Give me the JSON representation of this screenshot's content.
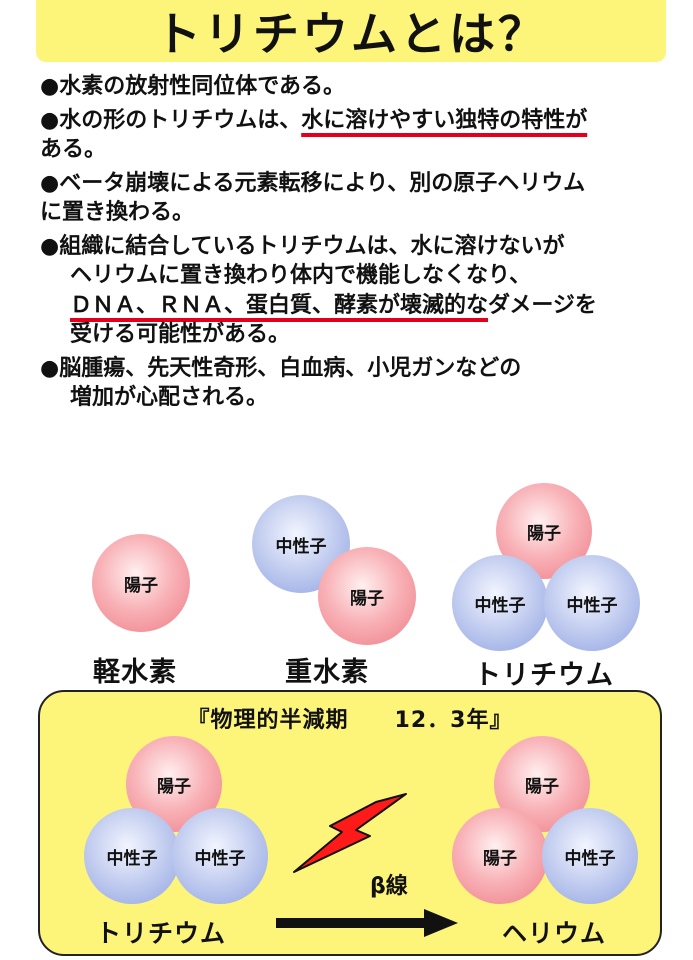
{
  "title": "トリチウムとは？",
  "bullets": {
    "b1": "●水素の放射性同位体である。",
    "b2_pre": "●水の形のトリチウムは、",
    "b2_highlight": "水に溶けやすい独特の特性が",
    "b2_post": "ある。",
    "b3_line1": "●ベータ崩壊による元素転移により、別の原子ヘリウム",
    "b3_line2": "に置き換わる。",
    "b4_line1": "●組織に結合しているトリチウムは、水に溶けないが",
    "b4_line2": "ヘリウムに置き換わり体内で機能しなくなり、",
    "b4_line3_highlight": "ＤＮＡ、ＲＮＡ、蛋白質、酵素が壊滅的な",
    "b4_line3_post": "ダメージを",
    "b4_line4": "受ける可能性がある。",
    "b5_line1": "●脳腫瘍、先天性奇形、白血病、小児ガンなどの",
    "b5_line2": "増加が心配される。"
  },
  "particles": {
    "proton": "陽子",
    "neutron": "中性子"
  },
  "isotopes": {
    "light": "軽水素",
    "heavy": "重水素",
    "tritium": "トリチウム"
  },
  "decay": {
    "half_life": "『物理的半減期　　12．3年』",
    "from": "トリチウム",
    "to": "ヘリウム",
    "beta": "β線"
  },
  "colors": {
    "banner": "#fdf47a",
    "underline": "#e3001b",
    "lightning": "#ff1a1a"
  }
}
